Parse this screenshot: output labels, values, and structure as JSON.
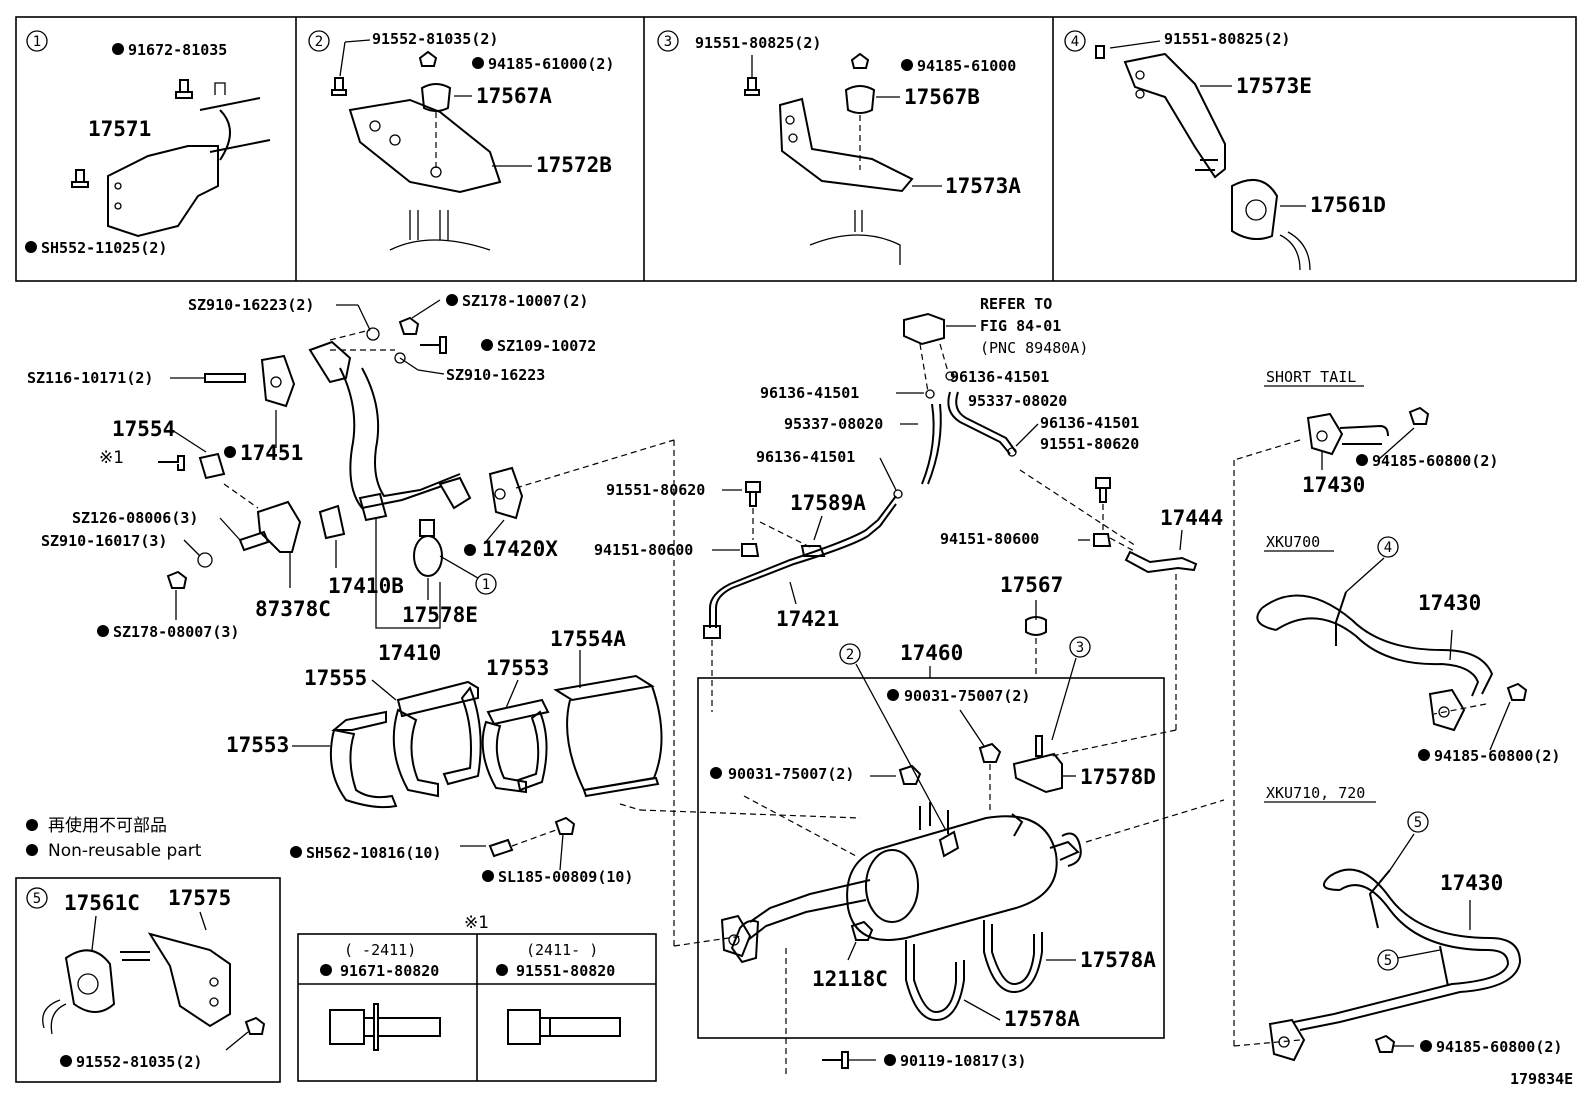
{
  "legend": {
    "japanese": "再使用不可部品",
    "english": "Non-reusable part"
  },
  "figure_id": "179834E",
  "note_symbol": "※1",
  "panels": {
    "p1": {
      "num": "1",
      "labels": [
        "91672-81035",
        "17571",
        "SH552-11025(2)"
      ]
    },
    "p2": {
      "num": "2",
      "labels": [
        "91552-81035(2)",
        "94185-61000(2)",
        "17567A",
        "17572B"
      ]
    },
    "p3": {
      "num": "3",
      "labels": [
        "91551-80825(2)",
        "94185-61000",
        "17567B",
        "17573A"
      ]
    },
    "p4": {
      "num": "4",
      "labels": [
        "91551-80825(2)",
        "17573E",
        "17561D"
      ]
    },
    "p5": {
      "num": "5",
      "labels": [
        "17561C",
        "17575",
        "91552-81035(2)"
      ]
    }
  },
  "bolt_table": {
    "header": "※1",
    "cols": [
      {
        "range": "(      -2411)",
        "part": "91671-80820"
      },
      {
        "range": "(2411-      )",
        "part": "91551-80820"
      }
    ]
  },
  "refer": {
    "line1": "REFER TO",
    "line2": "FIG 84-01",
    "line3": "(PNC 89480A)"
  },
  "variants": [
    "SHORT TAIL",
    "XKU700",
    "XKU710, 720"
  ],
  "callout_nums": [
    "1",
    "2",
    "3",
    "4",
    "5"
  ],
  "labels": {
    "l01": "SZ910-16223(2)",
    "l02": "SZ178-10007(2)",
    "l03": "SZ109-10072",
    "l04": "SZ116-10171(2)",
    "l05": "SZ910-16223",
    "l06": "17554",
    "l07": "17451",
    "l08": "SZ126-08006(3)",
    "l09": "SZ910-16017(3)",
    "l10": "87378C",
    "l11": "17410B",
    "l12": "SZ178-08007(3)",
    "l13": "17410",
    "l14": "17578E",
    "l15": "17420X",
    "l16": "17555",
    "l17": "17553",
    "l18": "17554A",
    "l19": "17553",
    "l20": "SH562-10816(10)",
    "l21": "SL185-00809(10)",
    "l22": "96136-41501",
    "l23": "95337-08020",
    "l24": "96136-41501",
    "l25": "95337-08020",
    "l26": "96136-41501",
    "l27": "96136-41501",
    "l28": "91551-80620",
    "l29": "91551-80620",
    "l30": "17589A",
    "l31": "94151-80600",
    "l32": "17421",
    "l33": "17444",
    "l34": "94151-80600",
    "l35": "17567",
    "l36": "17460",
    "l37": "90031-75007(2)",
    "l38": "90031-75007(2)",
    "l39": "17578D",
    "l40": "12118C",
    "l41": "17578A",
    "l42": "17578A",
    "l43": "90119-10817(3)",
    "l44": "17430",
    "l45": "94185-60800(2)",
    "l46": "17430",
    "l47": "94185-60800(2)",
    "l48": "17430",
    "l49": "94185-60800(2)"
  }
}
